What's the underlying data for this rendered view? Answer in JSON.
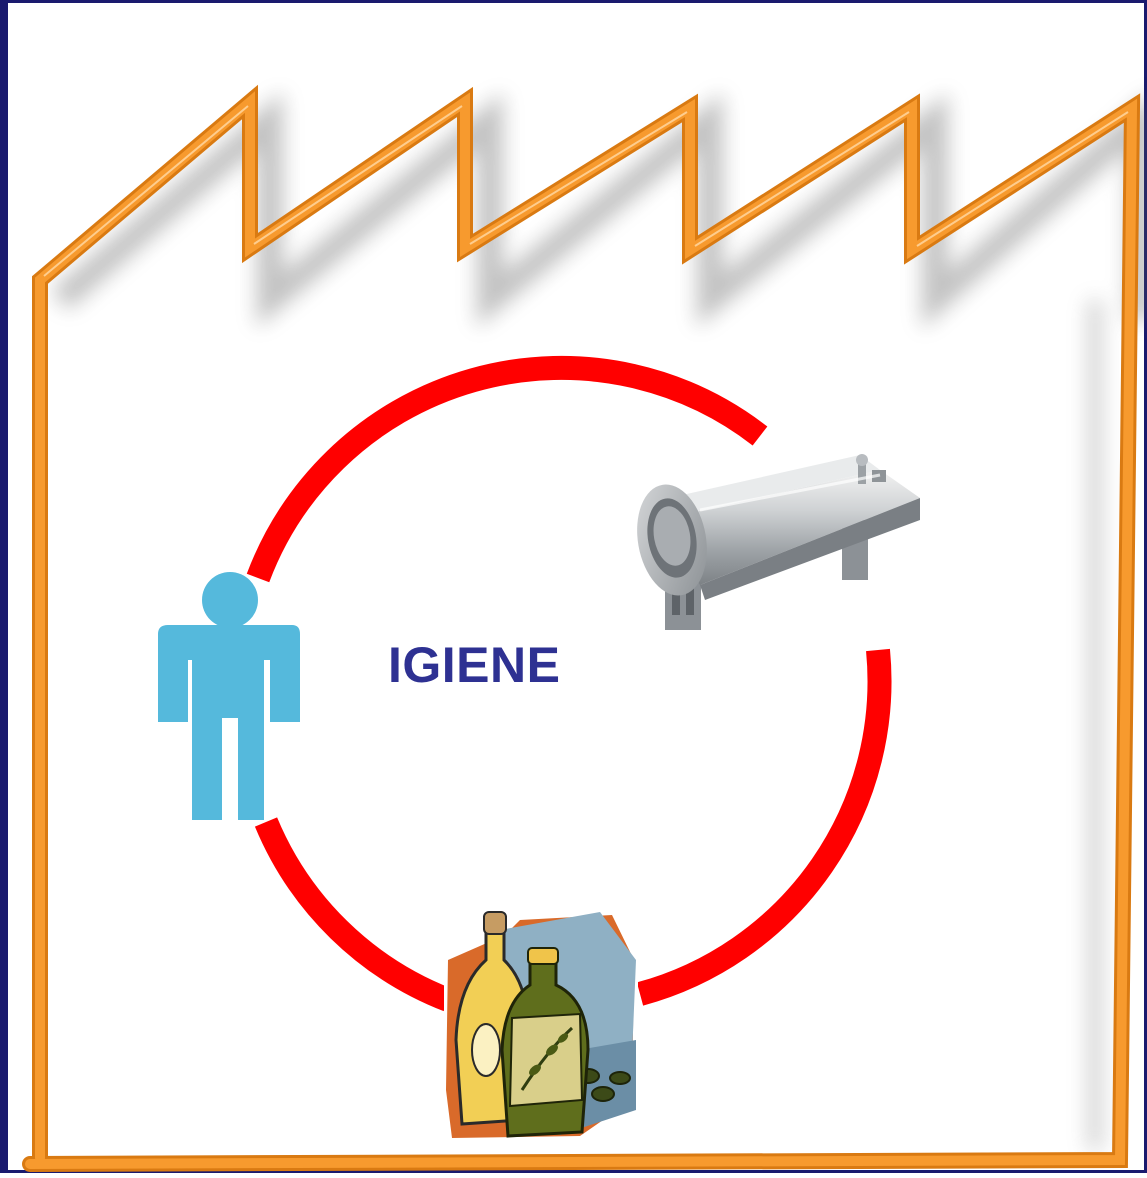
{
  "diagram": {
    "center_label": "IGIENE",
    "colors": {
      "frame_border": "#1a1a6e",
      "factory_outline": "#f79a2e",
      "factory_outline_dark": "#d97a12",
      "cycle_ring": "#ff0000",
      "label": "#2e3192",
      "person": "#55b9dc"
    },
    "elements": {
      "factory": "factory-outline-icon",
      "person": "person-icon",
      "machine": "industrial-machine-image",
      "product": "oil-bottles-image"
    }
  }
}
